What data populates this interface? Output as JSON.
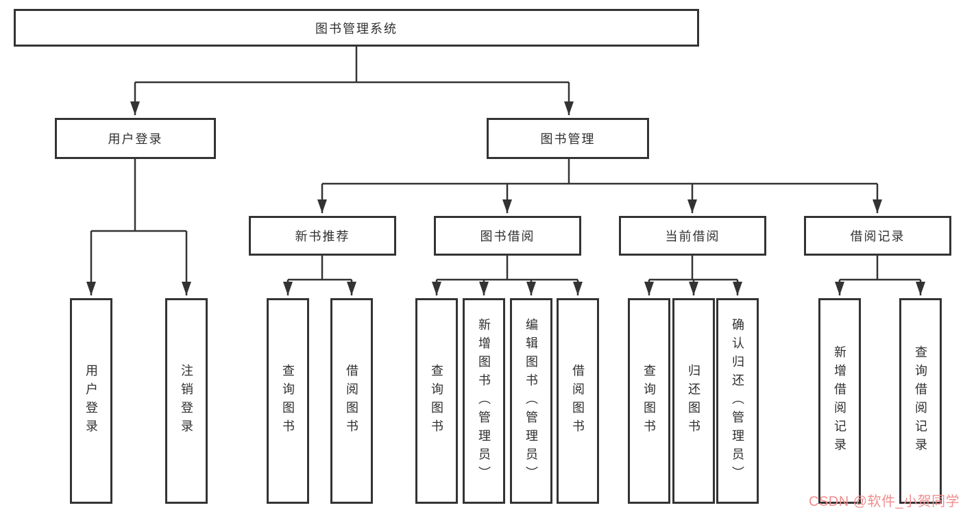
{
  "diagram": {
    "title": "图书管理系统",
    "root": {
      "label": "图书管理系统"
    },
    "level2": {
      "user_login": {
        "label": "用户登录"
      },
      "book_management": {
        "label": "图书管理"
      }
    },
    "level3": {
      "new_book_recommend": {
        "label": "新书推荐"
      },
      "book_borrow": {
        "label": "图书借阅"
      },
      "current_borrow": {
        "label": "当前借阅"
      },
      "borrow_record": {
        "label": "借阅记录"
      }
    },
    "leaves": {
      "user_login": [
        "用户登录",
        "注销登录"
      ],
      "new_book_recommend": [
        "查询图书",
        "借阅图书"
      ],
      "book_borrow": [
        "查询图书",
        "新增图书（管理员）",
        "编辑图书（管理员）",
        "借阅图书"
      ],
      "current_borrow": [
        "查询图书",
        "归还图书",
        "确认归还（管理员）"
      ],
      "borrow_record": [
        "新增借阅记录",
        "查询借阅记录"
      ]
    },
    "watermark": "CSDN @软件_小贺同学"
  },
  "colors": {
    "line": "#333333",
    "text": "#2f2f2f",
    "watermark": "#f28d8d"
  }
}
